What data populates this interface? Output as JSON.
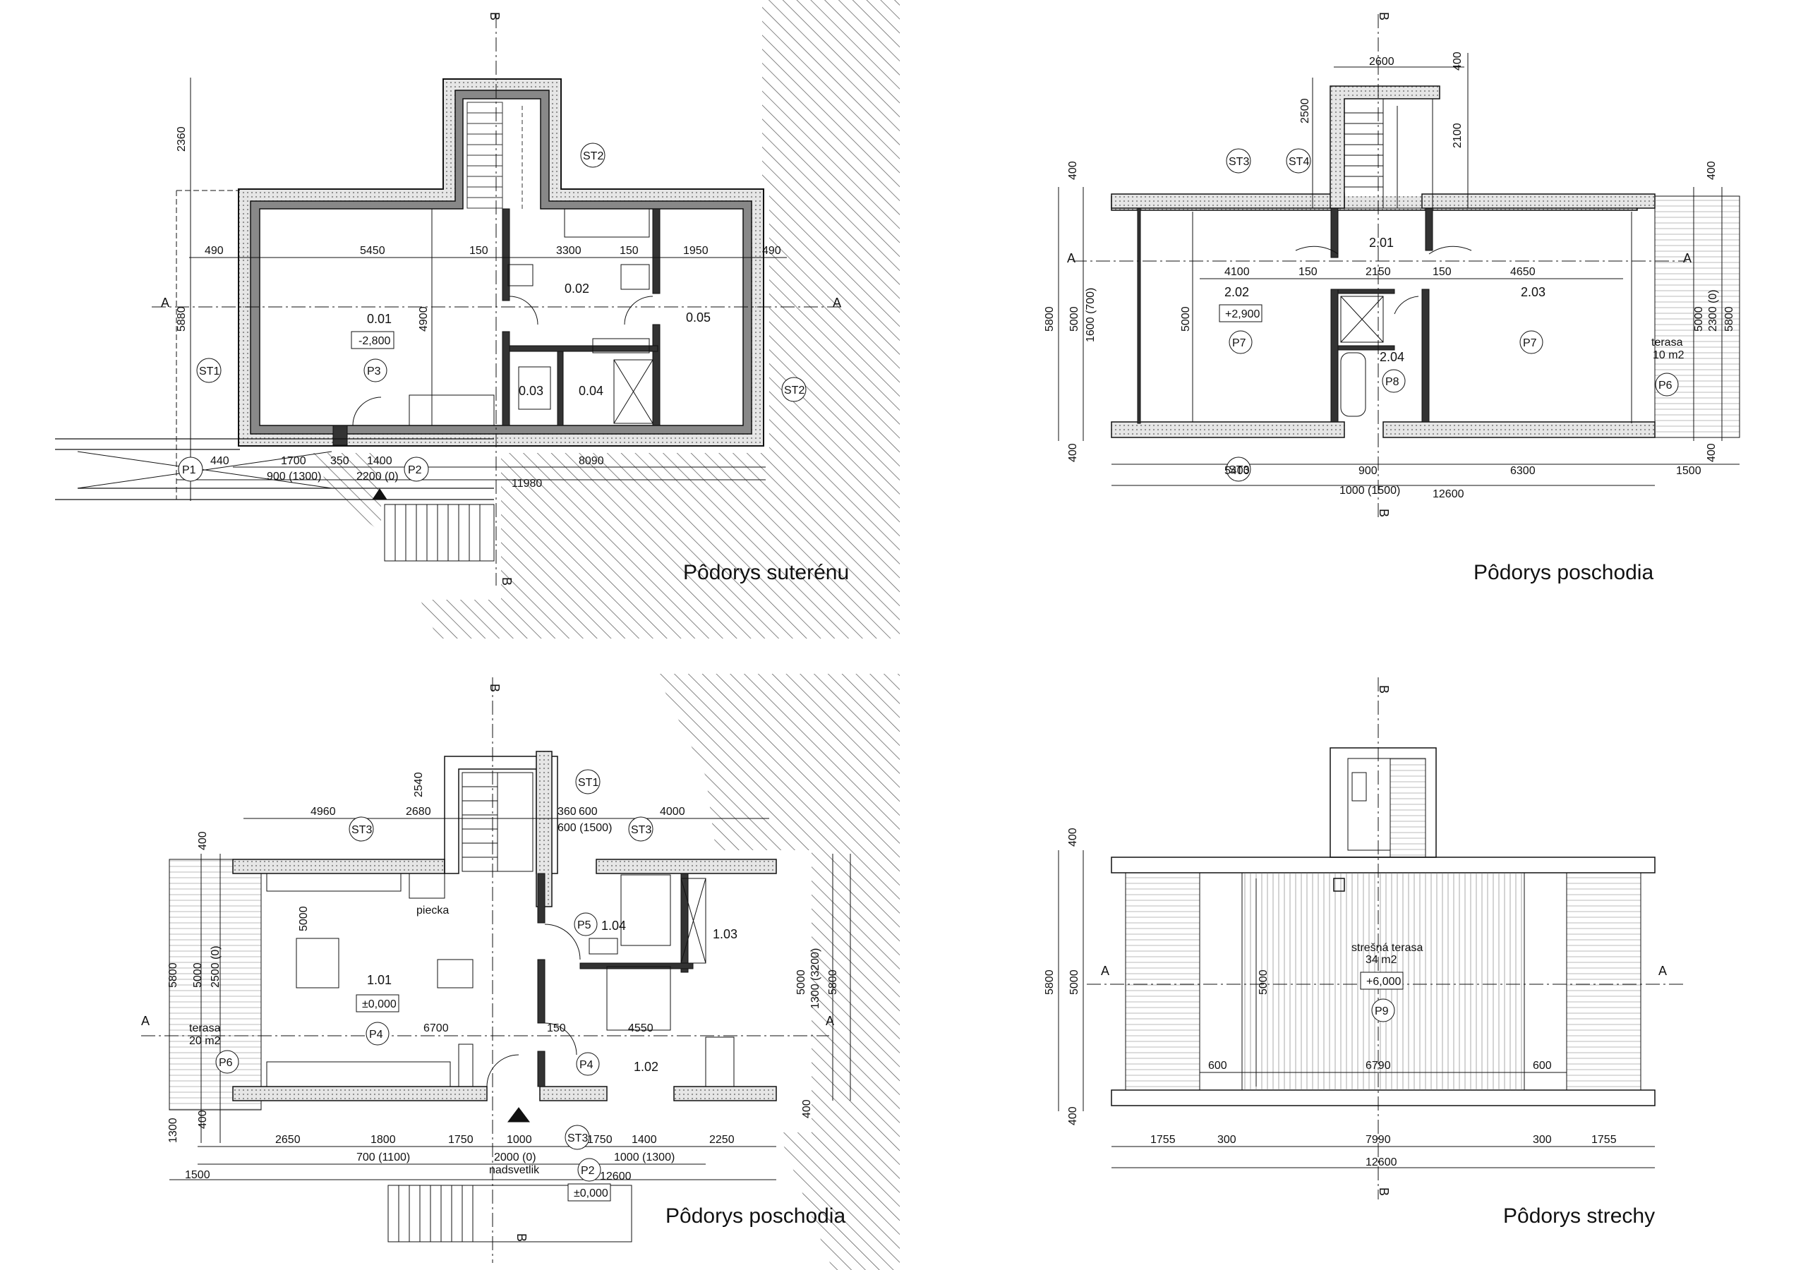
{
  "titles": {
    "basement": "Pôdorys suterénu",
    "upper_floor": "Pôdorys poschodia",
    "ground_floor": "Pôdorys poschodia",
    "roof": "Pôdorys strechy"
  },
  "section_marks": {
    "a": "A",
    "b": "B"
  },
  "basement": {
    "rooms": [
      {
        "num": "0.01",
        "level": "-2,800",
        "floor": "P3"
      },
      {
        "num": "0.02"
      },
      {
        "num": "0.03"
      },
      {
        "num": "0.04"
      },
      {
        "num": "0.05"
      }
    ],
    "wall_tags": [
      "ST1",
      "ST2",
      "ST2"
    ],
    "floor_tags": [
      "P1",
      "P2"
    ],
    "dims_top": [
      "490",
      "5450",
      "150",
      "3300",
      "150",
      "1950",
      "490"
    ],
    "dims_bottom": [
      "440",
      "1700",
      "350",
      "1400",
      "8090"
    ],
    "dims_bottom2": [
      "900 (1300)",
      "2200 (0)",
      "11980"
    ],
    "dims_side": [
      "2360",
      "5880",
      "4900"
    ]
  },
  "upper": {
    "rooms": [
      {
        "num": "2.01"
      },
      {
        "num": "2.02",
        "level": "+2,900",
        "floor": "P7"
      },
      {
        "num": "2.03",
        "floor": "P7"
      },
      {
        "num": "2.04",
        "floor": "P8"
      }
    ],
    "terrace": {
      "label": "terasa",
      "area": "10 m2",
      "floor": "P6"
    },
    "wall_tags": [
      "ST3",
      "ST4",
      "ST3"
    ],
    "dims_top": [
      "2600",
      "400",
      "2500",
      "2100"
    ],
    "dims_mid": [
      "4100",
      "150",
      "2150",
      "150",
      "4650"
    ],
    "dims_bottom": [
      "5400",
      "900",
      "6300",
      "1500"
    ],
    "dims_bottom2": [
      "1000 (1500)",
      "12600"
    ],
    "dims_left": [
      "400",
      "5800",
      "5000",
      "1600 (700)",
      "400"
    ],
    "dims_right": [
      "400",
      "5000",
      "2300 (0)",
      "5800",
      "400"
    ],
    "dims_inner": [
      "5000"
    ]
  },
  "ground": {
    "rooms": [
      {
        "num": "1.01",
        "level": "±0,000",
        "floor": "P4"
      },
      {
        "num": "1.02",
        "floor": "P4"
      },
      {
        "num": "1.03"
      },
      {
        "num": "1.04",
        "floor": "P5"
      }
    ],
    "stove_label": "piecka",
    "terrace": {
      "label": "terasa",
      "area": "20 m2",
      "floor": "P6"
    },
    "entrance": {
      "floor": "P2",
      "level": "±0,000",
      "note": "nadsvetlik"
    },
    "wall_tags": [
      "ST1",
      "ST3",
      "ST3",
      "ST3"
    ],
    "dims_top": [
      "4960",
      "2680",
      "360",
      "600",
      "600 (1500)",
      "4000",
      "2540"
    ],
    "dims_mid": [
      "6700",
      "150",
      "4550"
    ],
    "dims_bottom": [
      "2650",
      "1800",
      "1750",
      "1000",
      "1750",
      "1400",
      "2250"
    ],
    "dims_bottom2": [
      "700 (1100)",
      "2000 (0)",
      "1000 (1300)",
      "1500",
      "12600"
    ],
    "dims_left": [
      "400",
      "5800",
      "5000",
      "2500 (0)",
      "1300",
      "400"
    ],
    "dims_right": [
      "5000",
      "1300 (3200)",
      "5800",
      "400"
    ],
    "dims_inner": [
      "5000"
    ]
  },
  "roof": {
    "terrace": {
      "label": "strešná terasa",
      "area": "34 m2",
      "level": "+6,000",
      "floor": "P9"
    },
    "dims_bottom": [
      "1755",
      "300",
      "7990",
      "300",
      "1755",
      "12600"
    ],
    "dims_inner": [
      "600",
      "6790",
      "600"
    ],
    "dims_left": [
      "400",
      "5800",
      "5000",
      "400"
    ],
    "dims_mid": [
      "5000"
    ]
  }
}
